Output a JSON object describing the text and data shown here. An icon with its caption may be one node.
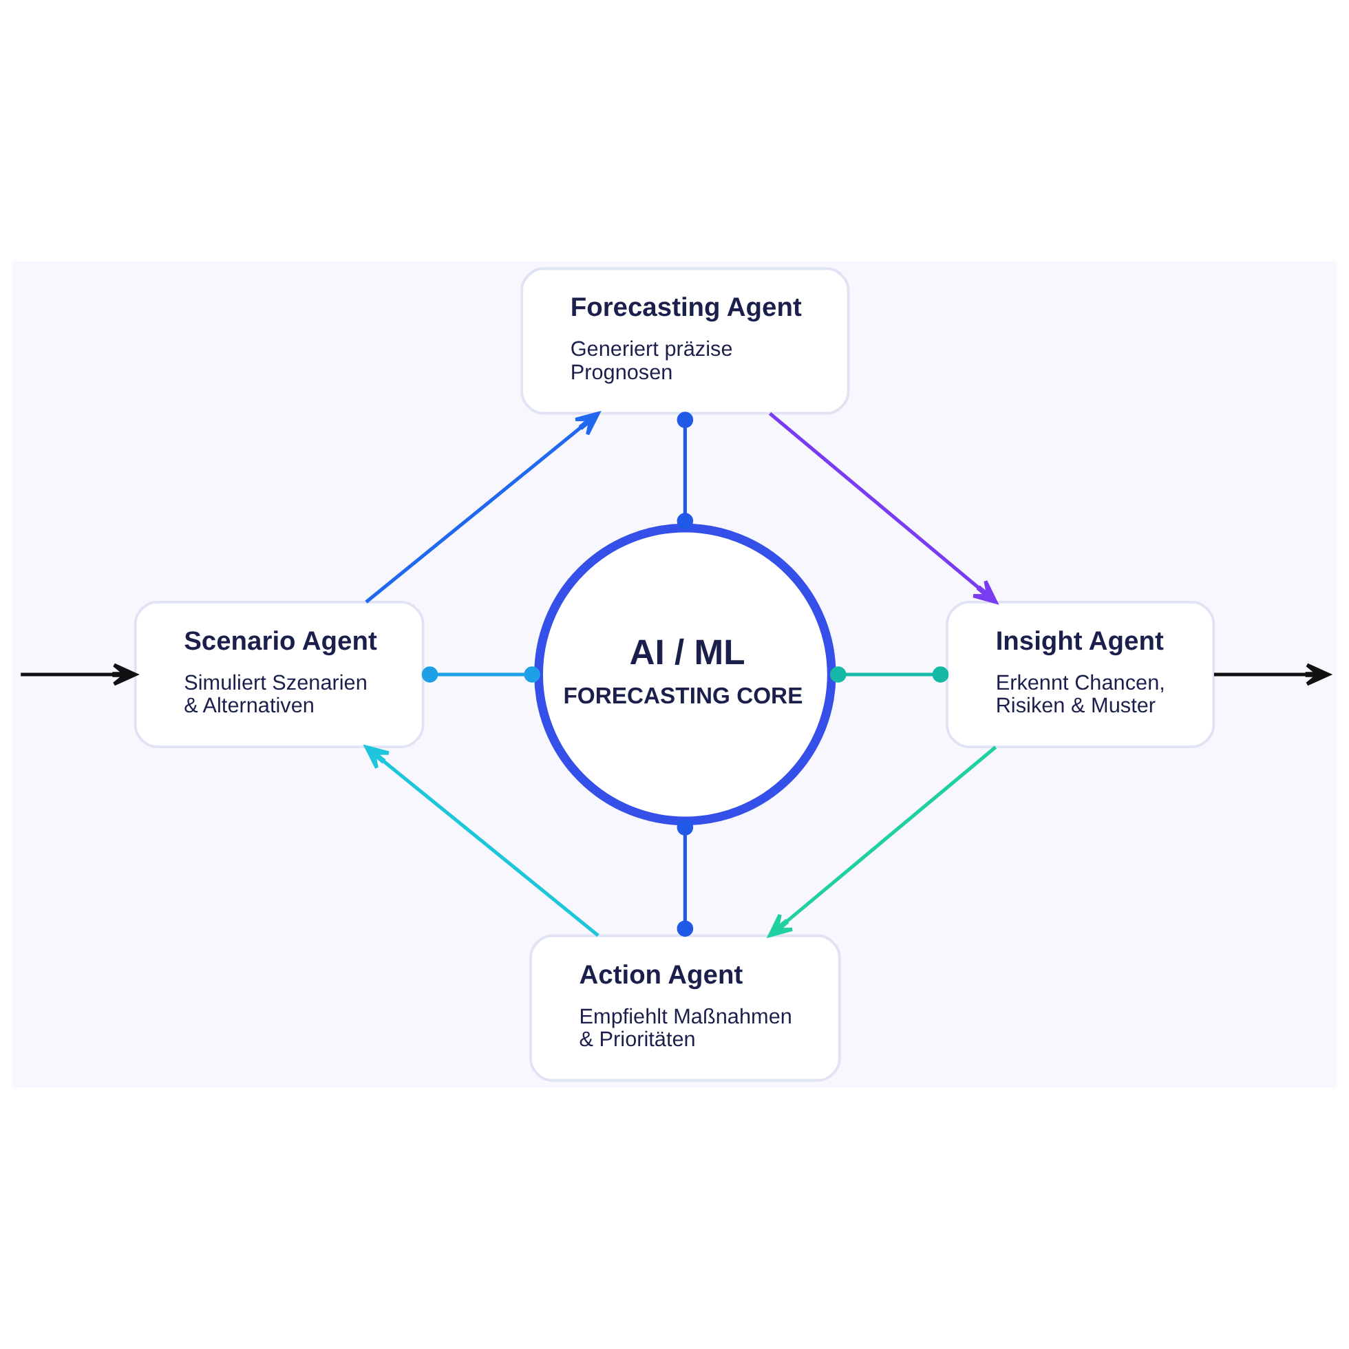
{
  "diagram": {
    "nodes": [
      {
        "text": [
          "Forecasting Agent",
          "Generiert präzise Prognosen"
        ]
      },
      {
        "text": [
          "Scenario Agent",
          "Simuliert Szenarien & Alternativen"
        ]
      },
      {
        "text": [
          "AI / ML",
          "FORECASTING CORE"
        ]
      },
      {
        "text": [
          "Insight Agent",
          "Erkennt Chancen, Risiken & Muster"
        ]
      },
      {
        "text": [
          "Action Agent",
          "Empfiehlt Maßnahmen & Prioritäten"
        ]
      }
    ],
    "edges": [
      {
        "from": 0,
        "to": 3,
        "arrow": "to",
        "color": "#7a3cf0"
      },
      {
        "from": 3,
        "to": 4,
        "arrow": "to",
        "color": "#20d0a0"
      },
      {
        "from": 4,
        "to": 1,
        "arrow": "to",
        "color": "#1ec6dc"
      },
      {
        "from": 1,
        "to": 0,
        "arrow": "to",
        "color": "#2068ee"
      },
      {
        "from": 0,
        "to": 2,
        "arrow": "other",
        "color": "#1f5ae6"
      },
      {
        "from": 1,
        "to": 2,
        "arrow": "other",
        "color": "#1ea0e6"
      },
      {
        "from": 2,
        "to": 3,
        "arrow": "other",
        "color": "#16b8a6"
      },
      {
        "from": 2,
        "to": 4,
        "arrow": "other",
        "color": "#1f5ae6"
      },
      {
        "from": null,
        "to": 1,
        "arrow": "to",
        "color": "#111111"
      },
      {
        "from": 3,
        "to": null,
        "arrow": "to",
        "color": "#111111"
      }
    ]
  }
}
